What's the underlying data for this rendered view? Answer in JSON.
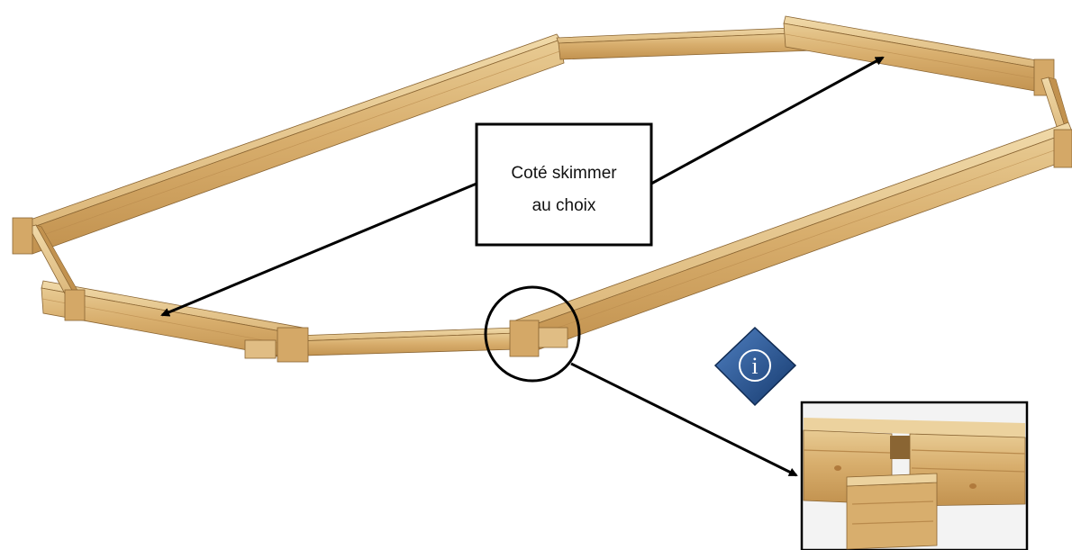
{
  "callout": {
    "line1": "Coté skimmer",
    "line2": "au choix"
  },
  "info_badge": {
    "symbol": "i"
  },
  "colors": {
    "wood_top": "#e4c58c",
    "wood_face": "#d4a867",
    "wood_dark": "#b98a4c",
    "wood_edge": "#8a6533",
    "info_blue": "#1f4e8c",
    "arrow": "#000000"
  }
}
